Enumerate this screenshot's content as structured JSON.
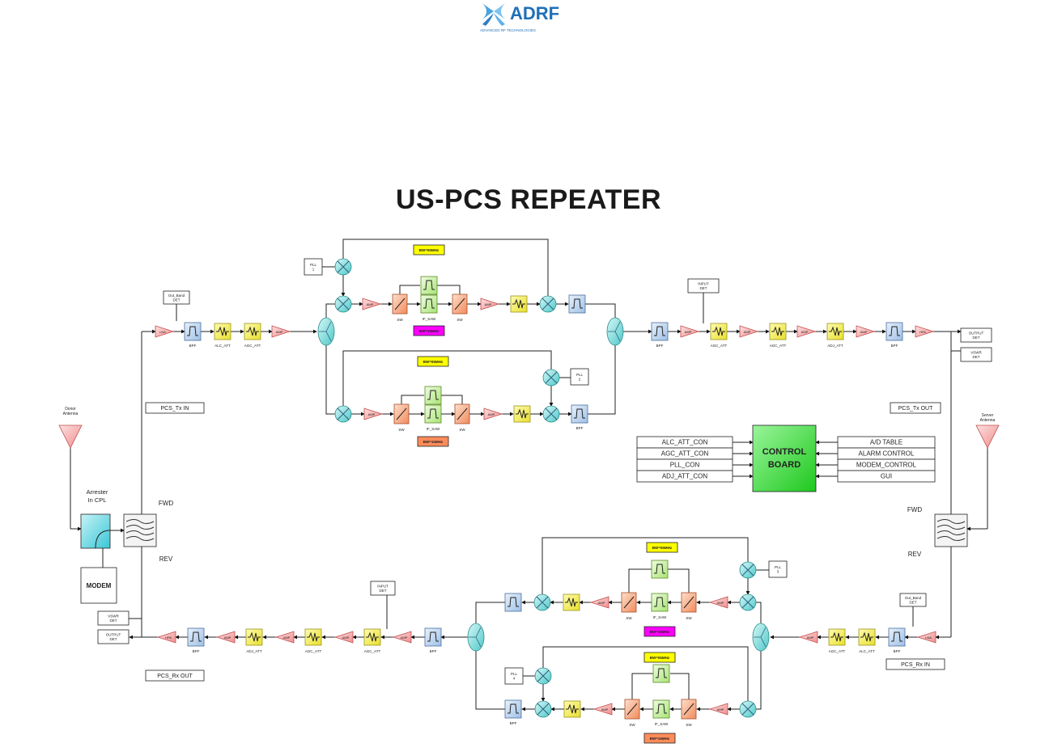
{
  "logo": {
    "brand": "ADRF",
    "tagline": "ADVANCED RF TECHNOLOGIES"
  },
  "title": "US-PCS REPEATER",
  "labels": {
    "donor_antenna": [
      "Donor",
      "Antenna"
    ],
    "server_antenna": [
      "Server",
      "Antenna"
    ],
    "arrester": [
      "Arrester",
      "In CPL"
    ],
    "modem": "MODEM",
    "fwd": "FWD",
    "rev": "REV",
    "pcs_tx_in": "PCS_Tx IN",
    "pcs_tx_out": "PCS_Tx OUT",
    "pcs_rx_in": "PCS_Rx IN",
    "pcs_rx_out": "PCS_Rx OUT",
    "out_band_det": [
      "Out_Band",
      "DET"
    ],
    "input_det": [
      "INPUT",
      "DET"
    ],
    "output_det": [
      "OUTPUT",
      "DET"
    ],
    "vswr_det": [
      "VSWR",
      "DET"
    ],
    "pll1": [
      "PLL",
      "1"
    ],
    "pll2": [
      "PLL",
      "2"
    ],
    "pll3": [
      "PLL",
      "3"
    ],
    "pll4": [
      "PLL",
      "4"
    ],
    "bw_5": "BW=05MHz",
    "bw_15": "BW=15MHz",
    "bpf": "BPF",
    "alc_att": "ALC_ATT",
    "agc_att": "AGC_ATT",
    "adj_att": "ADJ_ATT",
    "sw": "SW",
    "if_saw": "IF_SAW",
    "lna": "LNA",
    "amp": "AMP",
    "hpa": "HPA"
  },
  "control_board": {
    "title": [
      "CONTROL",
      "BOARD"
    ],
    "inputs": [
      "ALC_ATT_CON",
      "AGC_ATT_CON",
      "PLL_CON",
      "ADJ_ATT_CON"
    ],
    "outputs": [
      "A/D TABLE",
      "ALARM CONTROL",
      "MODEM_CONTROL",
      "GUI"
    ]
  },
  "colors": {
    "amp": "#f4a3a3",
    "bpf": "#bcd4ee",
    "att": "#f2ef4a",
    "mixer": "#7fdede",
    "sw": "#f6a47f",
    "saw": "#c6f1a0",
    "bw_yellow": "#ffff00",
    "bw_magenta": "#ff00ff",
    "bw_orange": "#ff8c5a",
    "control": "#33dd33"
  }
}
